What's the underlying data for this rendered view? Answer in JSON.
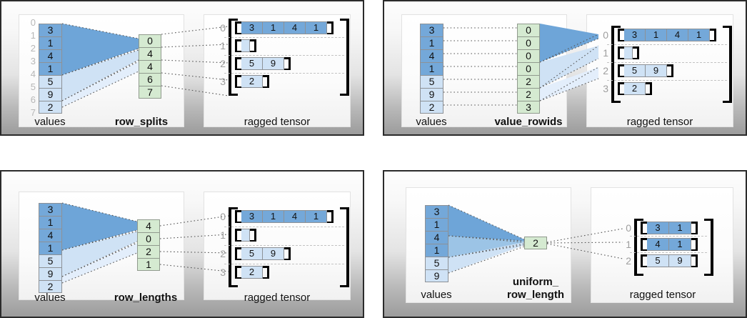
{
  "diagram": {
    "title_hidden": "",
    "labels": {
      "values": "values",
      "ragged_tensor": "ragged tensor"
    },
    "colors": {
      "value_dark_blue": "#74a8d9",
      "value_light_blue": "#cfe2f5",
      "encoding_green": "#d5ead1",
      "panel_border": "#2b2b2b",
      "index_gray": "#b7b7b7",
      "row_index_gray": "#9e9e9e"
    }
  },
  "panels": [
    {
      "id": "row_splits",
      "encoding_label": "row_splits",
      "values_label": "values",
      "ragged_label": "ragged tensor",
      "show_value_indices": true,
      "value_indices": [
        "0",
        "1",
        "2",
        "3",
        "4",
        "5",
        "6",
        "7"
      ],
      "values": [
        "3",
        "1",
        "4",
        "1",
        "5",
        "9",
        "2"
      ],
      "value_shades": [
        "d",
        "d",
        "d",
        "d",
        "l",
        "l",
        "l"
      ],
      "encoding": [
        "0",
        "4",
        "4",
        "6",
        "7"
      ],
      "ragged_rows": [
        {
          "index": "0",
          "cells": [
            "3",
            "1",
            "4",
            "1"
          ],
          "shade": "d"
        },
        {
          "index": "1",
          "cells": [],
          "shade": "l"
        },
        {
          "index": "2",
          "cells": [
            "5",
            "9"
          ],
          "shade": "l"
        },
        {
          "index": "3",
          "cells": [
            "2"
          ],
          "shade": "l"
        }
      ]
    },
    {
      "id": "value_rowids",
      "encoding_label": "value_rowids",
      "values_label": "values",
      "ragged_label": "ragged tensor",
      "show_value_indices": false,
      "value_indices": [],
      "values": [
        "3",
        "1",
        "4",
        "1",
        "5",
        "9",
        "2"
      ],
      "value_shades": [
        "d",
        "d",
        "d",
        "d",
        "l",
        "l",
        "l"
      ],
      "encoding": [
        "0",
        "0",
        "0",
        "0",
        "2",
        "2",
        "3"
      ],
      "ragged_rows": [
        {
          "index": "0",
          "cells": [
            "3",
            "1",
            "4",
            "1"
          ],
          "shade": "d"
        },
        {
          "index": "1",
          "cells": [],
          "shade": "l"
        },
        {
          "index": "2",
          "cells": [
            "5",
            "9"
          ],
          "shade": "l"
        },
        {
          "index": "3",
          "cells": [
            "2"
          ],
          "shade": "l"
        }
      ]
    },
    {
      "id": "row_lengths",
      "encoding_label": "row_lengths",
      "values_label": "values",
      "ragged_label": "ragged tensor",
      "show_value_indices": false,
      "value_indices": [],
      "values": [
        "3",
        "1",
        "4",
        "1",
        "5",
        "9",
        "2"
      ],
      "value_shades": [
        "d",
        "d",
        "d",
        "d",
        "l",
        "l",
        "l"
      ],
      "encoding": [
        "4",
        "0",
        "2",
        "1"
      ],
      "ragged_rows": [
        {
          "index": "0",
          "cells": [
            "3",
            "1",
            "4",
            "1"
          ],
          "shade": "d"
        },
        {
          "index": "1",
          "cells": [],
          "shade": "l"
        },
        {
          "index": "2",
          "cells": [
            "5",
            "9"
          ],
          "shade": "l"
        },
        {
          "index": "3",
          "cells": [
            "2"
          ],
          "shade": "l"
        }
      ]
    },
    {
      "id": "uniform_row_length",
      "encoding_label_line1": "uniform_",
      "encoding_label_line2": "row_length",
      "values_label": "values",
      "ragged_label": "ragged tensor",
      "show_value_indices": false,
      "value_indices": [],
      "values": [
        "3",
        "1",
        "4",
        "1",
        "5",
        "9"
      ],
      "value_shades": [
        "d",
        "d",
        "d",
        "d",
        "l",
        "l"
      ],
      "encoding": [
        "2"
      ],
      "ragged_rows": [
        {
          "index": "0",
          "cells": [
            "3",
            "1"
          ],
          "shade": "d"
        },
        {
          "index": "1",
          "cells": [
            "4",
            "1"
          ],
          "shade": "d"
        },
        {
          "index": "2",
          "cells": [
            "5",
            "9"
          ],
          "shade": "l"
        }
      ]
    }
  ]
}
